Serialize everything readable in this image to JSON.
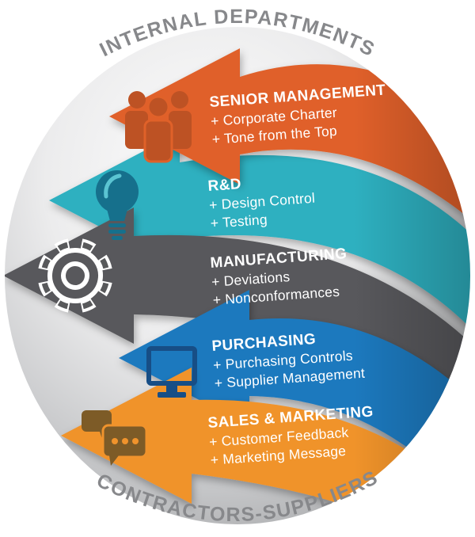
{
  "diagram": {
    "top_arc_label": "INTERNAL DEPARTMENTS",
    "bottom_arc_label": "CONTRACTORS-SUPPLIERS",
    "arc_text_color": "#87888b",
    "sphere_colors": {
      "center": "#fdfdfd",
      "mid": "#e3e4e5",
      "edge": "#aeafb1"
    }
  },
  "arrows": [
    {
      "title": "SENIOR MANAGEMENT",
      "items": [
        "+ Corporate Charter",
        "+ Tone from the Top"
      ],
      "icon": "people-group-icon",
      "color": "#e06129",
      "icon_color": "#bd5224"
    },
    {
      "title": "R&D",
      "items": [
        "+ Design Control",
        "+ Testing"
      ],
      "icon": "lightbulb-icon",
      "color": "#2fb0c0",
      "icon_color": "#16708c"
    },
    {
      "title": "MANUFACTURING",
      "items": [
        "+ Deviations",
        "+ Nonconformances"
      ],
      "icon": "gear-icon",
      "color": "#58595b",
      "icon_color": "#ffffff"
    },
    {
      "title": "PURCHASING",
      "items": [
        "+ Purchasing Controls",
        "+ Supplier Management"
      ],
      "icon": "monitor-icon",
      "color": "#1c79be",
      "icon_color": "#174e86"
    },
    {
      "title": "SALES & MARKETING",
      "items": [
        "+ Customer Feedback",
        "+ Marketing Message"
      ],
      "icon": "chat-bubbles-icon",
      "color": "#f0932c",
      "icon_color": "#7d5b27"
    }
  ]
}
